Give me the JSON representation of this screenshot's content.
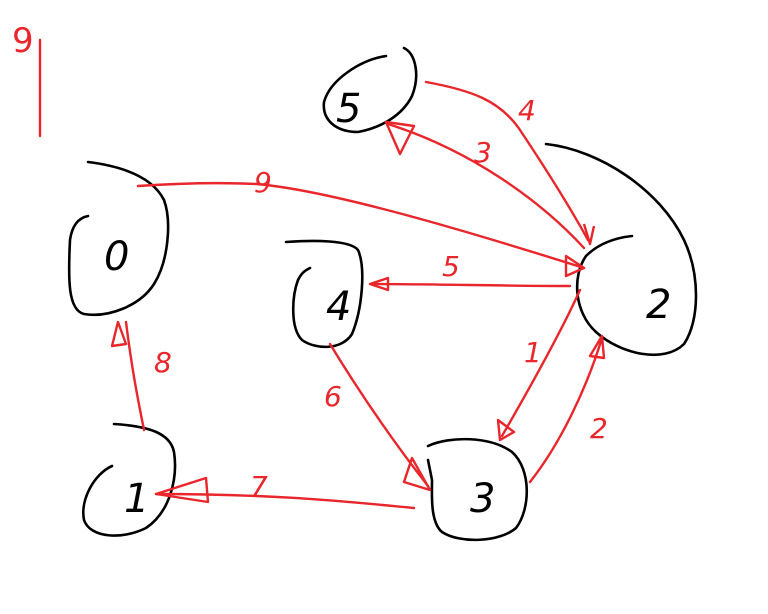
{
  "diagram": {
    "corner_label": "9",
    "colors": {
      "node": "#000000",
      "edge": "#e8262b",
      "background": "#ffffff"
    },
    "nodes": [
      {
        "id": "0",
        "label": "0"
      },
      {
        "id": "1",
        "label": "1"
      },
      {
        "id": "2",
        "label": "2"
      },
      {
        "id": "3",
        "label": "3"
      },
      {
        "id": "4",
        "label": "4"
      },
      {
        "id": "5",
        "label": "5"
      }
    ],
    "edges": [
      {
        "from": "0",
        "to": "2",
        "weight": "9"
      },
      {
        "from": "1",
        "to": "0",
        "weight": "8"
      },
      {
        "from": "2",
        "to": "3",
        "weight": "1"
      },
      {
        "from": "3",
        "to": "2",
        "weight": "2"
      },
      {
        "from": "2",
        "to": "5",
        "weight": "3"
      },
      {
        "from": "5",
        "to": "2",
        "weight": "4"
      },
      {
        "from": "2",
        "to": "4",
        "weight": "5"
      },
      {
        "from": "4",
        "to": "3",
        "weight": "6"
      },
      {
        "from": "3",
        "to": "1",
        "weight": "7"
      }
    ]
  }
}
